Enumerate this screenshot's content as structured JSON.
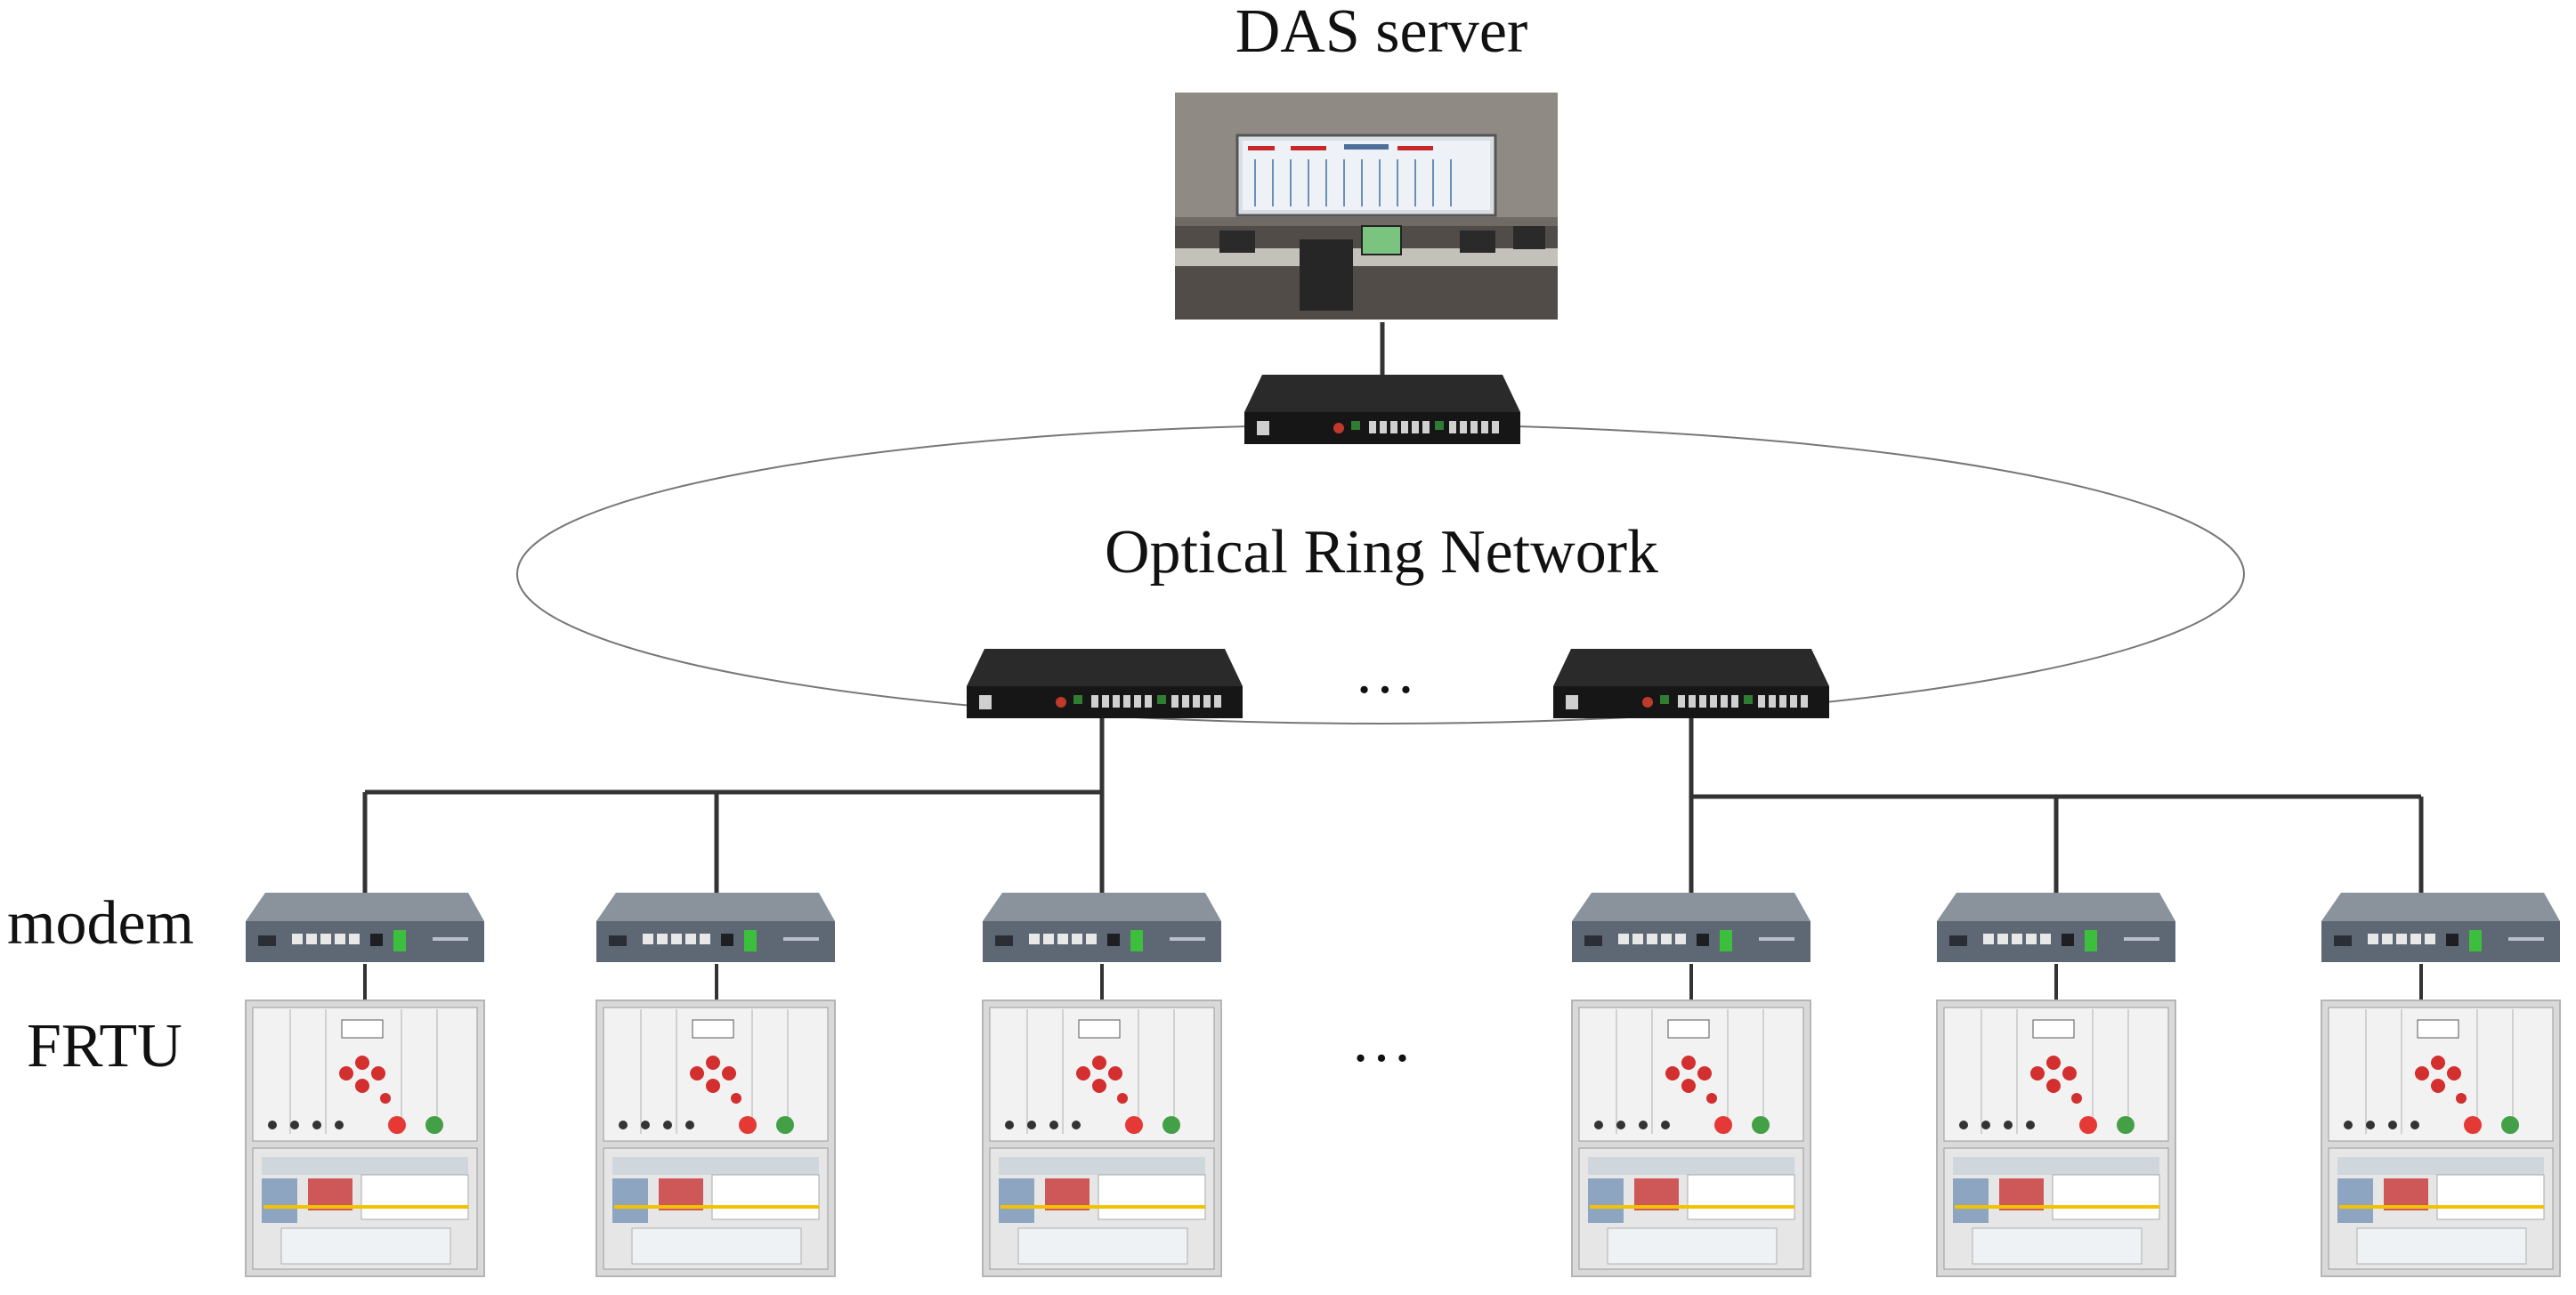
{
  "labels": {
    "server": "DAS server",
    "ring": "Optical Ring Network",
    "modem": "modem",
    "frtu": "FRTU",
    "ellipsis_ring": "…",
    "ellipsis_frtu": "…"
  },
  "colors": {
    "line": "#333333",
    "ring_line": "#777777",
    "switch_body": "#1c1c1c",
    "modem_body": "#5e6875",
    "cabinet_frame": "#d9d9d9"
  },
  "nodes": {
    "server": {
      "icon": "control-room-photo"
    },
    "core_switch": {
      "icon": "fiber-switch-icon"
    },
    "ring_switches": [
      {
        "icon": "fiber-switch-icon"
      },
      {
        "icon": "fiber-switch-icon"
      }
    ],
    "modems": [
      {
        "icon": "modem-icon"
      },
      {
        "icon": "modem-icon"
      },
      {
        "icon": "modem-icon"
      },
      {
        "icon": "modem-icon"
      },
      {
        "icon": "modem-icon"
      },
      {
        "icon": "modem-icon"
      }
    ],
    "frtus": [
      {
        "icon": "frtu-cabinet-icon"
      },
      {
        "icon": "frtu-cabinet-icon"
      },
      {
        "icon": "frtu-cabinet-icon"
      },
      {
        "icon": "frtu-cabinet-icon"
      },
      {
        "icon": "frtu-cabinet-icon"
      },
      {
        "icon": "frtu-cabinet-icon"
      }
    ]
  }
}
